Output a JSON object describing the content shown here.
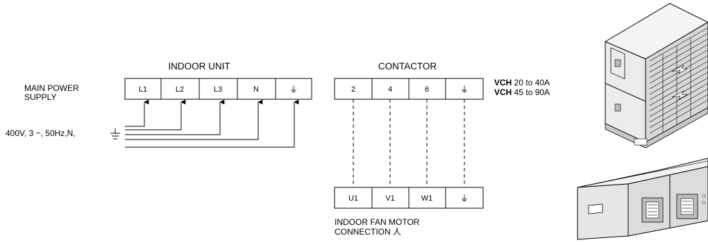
{
  "labels": {
    "indoor_unit": "INDOOR UNIT",
    "contactor": "CONTACTOR",
    "main_power_line1": "MAIN POWER",
    "main_power_line2": "SUPPLY",
    "supply_spec": "400V, 3 ~, 50Hz,N,",
    "fan_motor_line1": "INDOOR FAN MOTOR",
    "fan_motor_line2": "CONNECTION 人"
  },
  "models": [
    {
      "name": "VCH",
      "range": " 20 to 40A"
    },
    {
      "name": "VCH",
      "range": " 45 to 90A"
    }
  ],
  "indoor_terminals": [
    "L1",
    "L2",
    "L3",
    "N",
    "⏚"
  ],
  "contactor_terminals": [
    "2",
    "4",
    "6",
    "⏚"
  ],
  "motor_terminals": [
    "U1",
    "V1",
    "W1",
    "⏚"
  ],
  "ground_symbol": "⏚"
}
